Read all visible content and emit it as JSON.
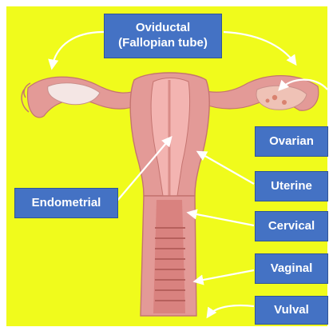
{
  "labels": {
    "oviductal_line1": "Oviductal",
    "oviductal_line2": "(Fallopian tube)",
    "ovarian": "Ovarian",
    "uterine": "Uterine",
    "cervical": "Cervical",
    "vaginal": "Vaginal",
    "vulval": "Vulval",
    "endometrial": "Endometrial"
  },
  "colors": {
    "background": "#f0fb1c",
    "label_fill": "#4472c4",
    "label_text": "#ffffff",
    "arrow": "#ffffff",
    "tissue": "#e39a97",
    "tissue_inner": "#f3b4b1"
  }
}
